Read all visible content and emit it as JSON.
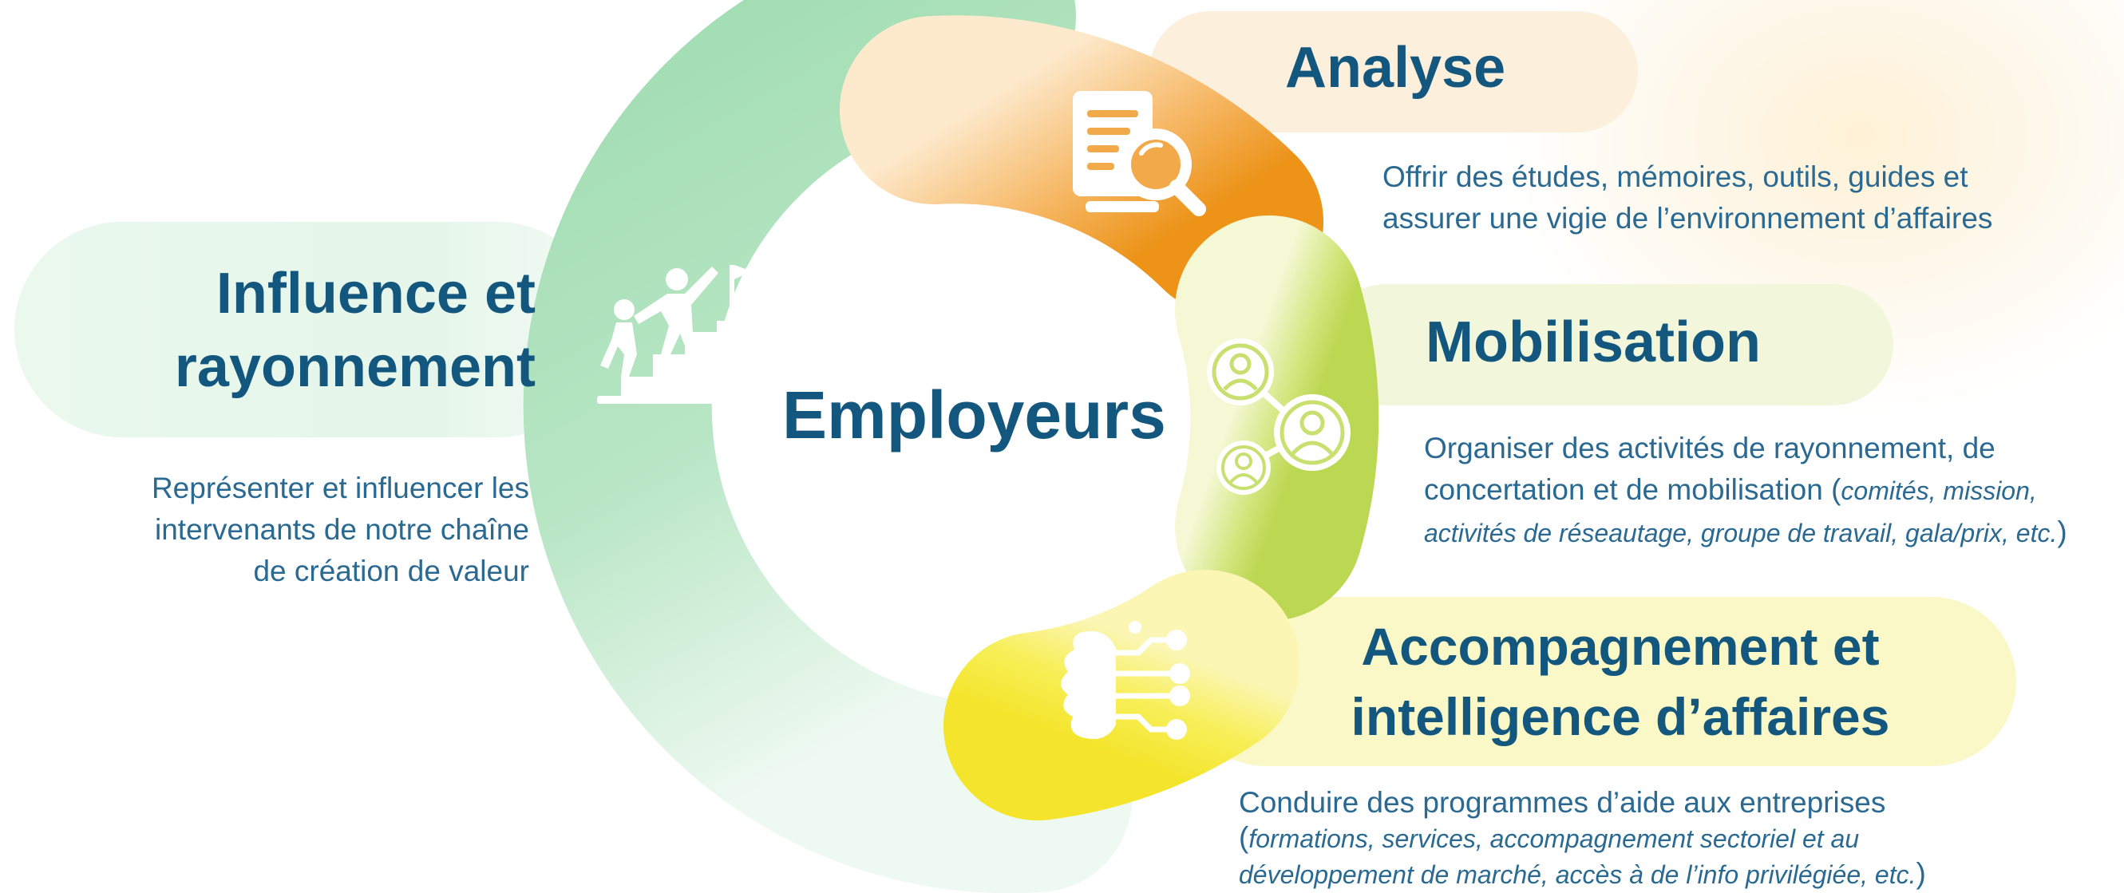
{
  "center": {
    "label": "Employeurs"
  },
  "influence": {
    "title_line1": "Influence et",
    "title_line2": "rayonnement",
    "desc_line1": "Représenter et influencer les",
    "desc_line2": "intervenants de notre chaîne",
    "desc_line3": "de création de valeur"
  },
  "analyse": {
    "title": "Analyse",
    "desc_line1": "Offrir des études, mémoires, outils, guides et",
    "desc_line2": "assurer une vigie de l’environnement d’affaires"
  },
  "mobilisation": {
    "title": "Mobilisation",
    "desc_line1": "Organiser des activités de rayonnement,  de",
    "desc_line2_start": "concertation et de mobilisation (",
    "desc_line2_italic": "comités, mission,",
    "desc_line3_italic": "activités de réseautage, groupe de travail, gala/prix, etc.",
    "desc_line3_end": ")"
  },
  "accompagnement": {
    "title_line1": "Accompagnement et",
    "title_line2": "intelligence d’affaires",
    "desc_line1": "Conduire des programmes d’aide aux entreprises",
    "desc_line2_start": "(",
    "desc_line2_italic": "formations, services, accompagnement sectoriel et au",
    "desc_line3_italic": "développement de marché, accès à de l’info privilégiée, etc.",
    "desc_line3_end": ")"
  },
  "colors": {
    "heading": "#13577f",
    "text": "#2a6992",
    "green": "#a6dfb8",
    "orange": "#ef9a26",
    "lime": "#c3dd5c",
    "yellow": "#f6ec44"
  },
  "icons": {
    "analyse": "document-magnifier-icon",
    "mobilisation": "people-network-icon",
    "accompagnement": "circuit-hand-icon",
    "influence": "stairs-helping-climb-icon"
  }
}
